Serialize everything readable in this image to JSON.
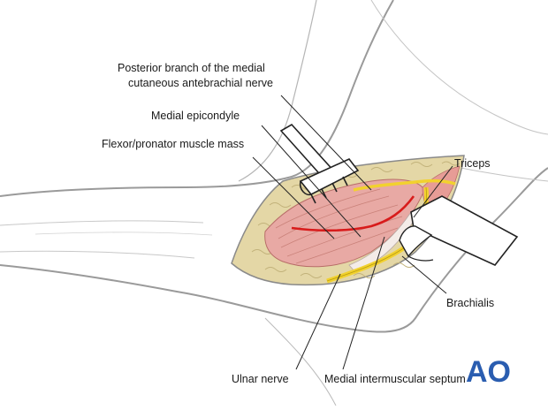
{
  "labels": {
    "posterior_branch_line1": "Posterior branch of the medial",
    "posterior_branch_line2": "cutaneous antebrachial nerve",
    "medial_epicondyle": "Medial epicondyle",
    "flexor_pronator": "Flexor/pronator muscle mass",
    "triceps": "Triceps",
    "brachialis": "Brachialis",
    "ulnar_nerve": "Ulnar nerve",
    "medial_intermuscular_septum": "Medial intermuscular septum"
  },
  "logo": {
    "text": "AO",
    "color": "#2a5db0"
  },
  "colors": {
    "nerve": "#f2d12e",
    "artery_line": "#d81b1b",
    "muscle": "#e8a9a4",
    "fat": "#e4d7a6",
    "skin_outline": "#8a8a8a"
  }
}
